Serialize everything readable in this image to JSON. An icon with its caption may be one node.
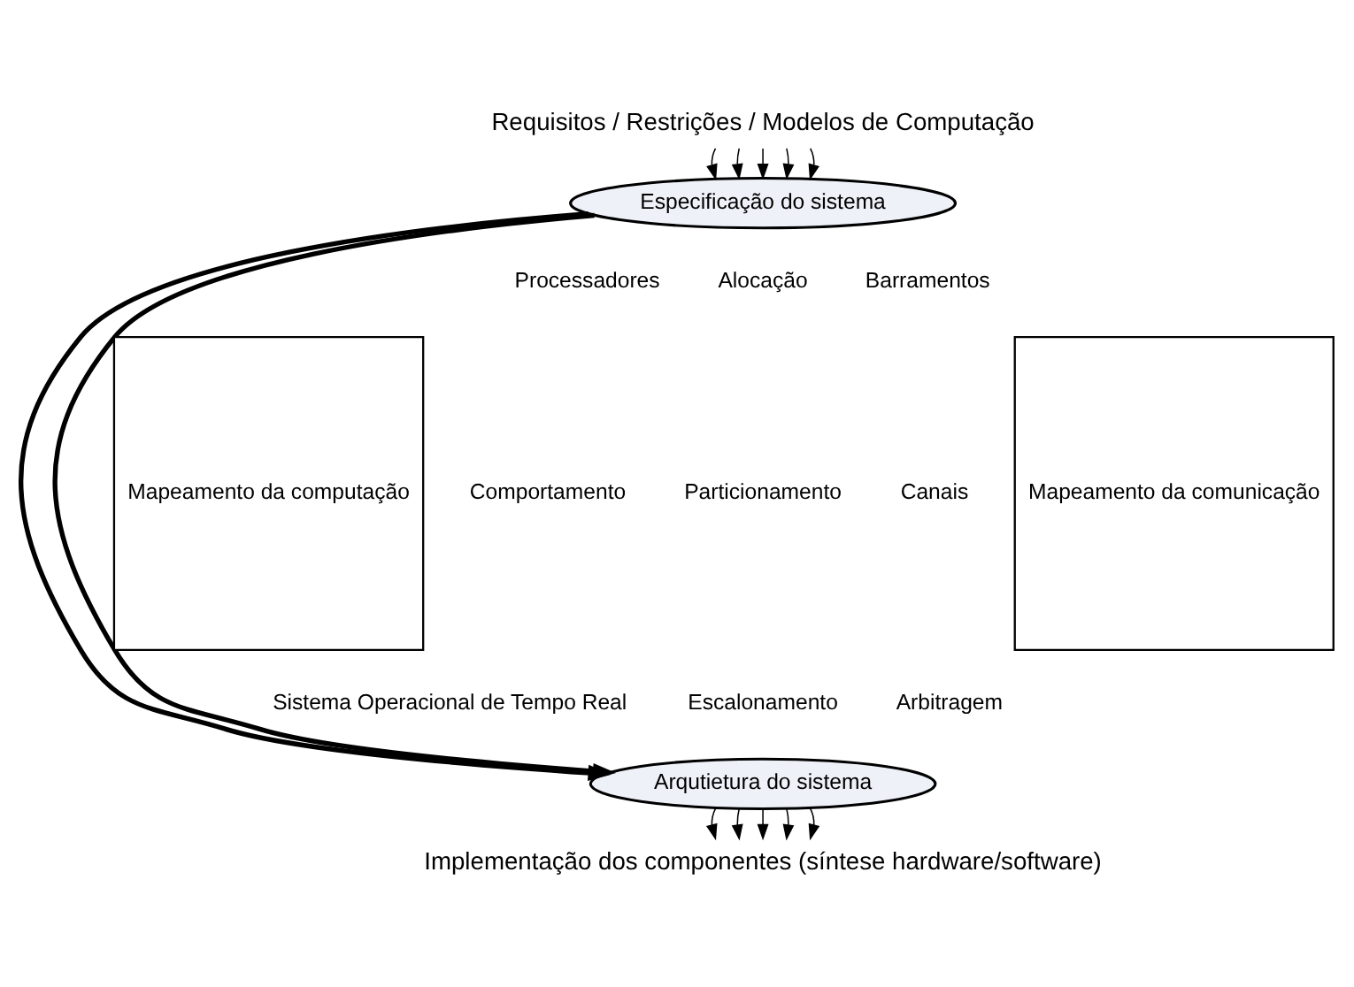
{
  "diagram": {
    "nodes": [
      {
        "text": [
          "Requisitos / Restrições / Modelos de Computação"
        ]
      },
      {
        "text": [
          "Especificação do sistema"
        ]
      },
      {
        "text": [
          "Arqutietura do sistema"
        ]
      },
      {
        "text": [
          "Implementação dos componentes (síntese hardware/software)"
        ]
      },
      {
        "text": [
          "Mapeamento da computação"
        ]
      },
      {
        "text": [
          "Mapeamento da comunicação"
        ]
      }
    ],
    "edges": [
      {
        "from": 0,
        "to": 1,
        "arrow": "to"
      },
      {
        "from": 0,
        "to": 1,
        "arrow": "to"
      },
      {
        "from": 0,
        "to": 1,
        "arrow": "to"
      },
      {
        "from": 0,
        "to": 1,
        "arrow": "to"
      },
      {
        "from": 0,
        "to": 1,
        "arrow": "to"
      },
      {
        "from": 1,
        "to": 2,
        "arrow": "to",
        "style": "thick"
      },
      {
        "from": 1,
        "to": 2,
        "arrow": "to",
        "style": "thick"
      },
      {
        "from": 2,
        "to": 3,
        "arrow": "to"
      },
      {
        "from": 2,
        "to": 3,
        "arrow": "to"
      },
      {
        "from": 2,
        "to": 3,
        "arrow": "to"
      },
      {
        "from": 2,
        "to": 3,
        "arrow": "to"
      },
      {
        "from": 2,
        "to": 3,
        "arrow": "to"
      }
    ],
    "labels": [
      "Processadores",
      "Alocação",
      "Barramentos",
      "Comportamento",
      "Particionamento",
      "Canais",
      "Sistema Operacional de Tempo Real",
      "Escalonamento",
      "Arbitragem"
    ]
  }
}
